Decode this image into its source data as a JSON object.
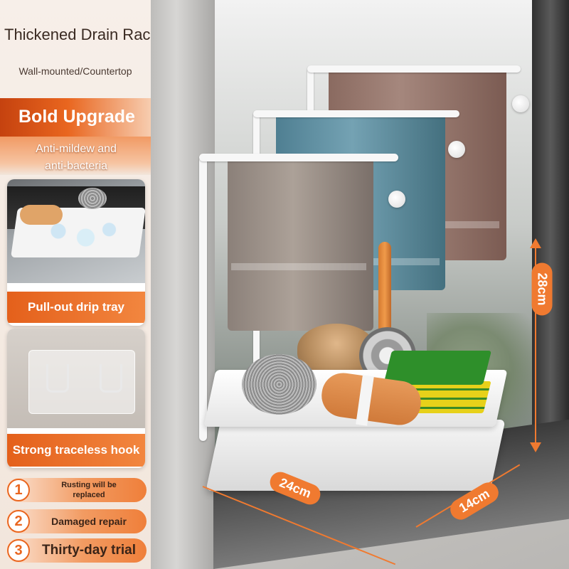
{
  "header": {
    "title": "Thickened Drain Rack",
    "subtitle": "Wall-mounted/Countertop"
  },
  "upgrade": {
    "banner": "Bold Upgrade",
    "note_line1": "Anti-mildew and",
    "note_line2": "anti-bacteria"
  },
  "features": [
    {
      "label": "Pull-out drip tray"
    },
    {
      "label": "Strong traceless hook"
    }
  ],
  "promises": [
    {
      "num": "1",
      "line1": "Rusting will be",
      "line2": "replaced"
    },
    {
      "num": "2",
      "text": "Damaged repair"
    },
    {
      "num": "3",
      "text": "Thirty-day trial"
    }
  ],
  "dimensions": {
    "height": "28cm",
    "width": "24cm",
    "depth": "14cm"
  },
  "colors": {
    "accent": "#e9661f",
    "accent_dark": "#c5420f"
  }
}
